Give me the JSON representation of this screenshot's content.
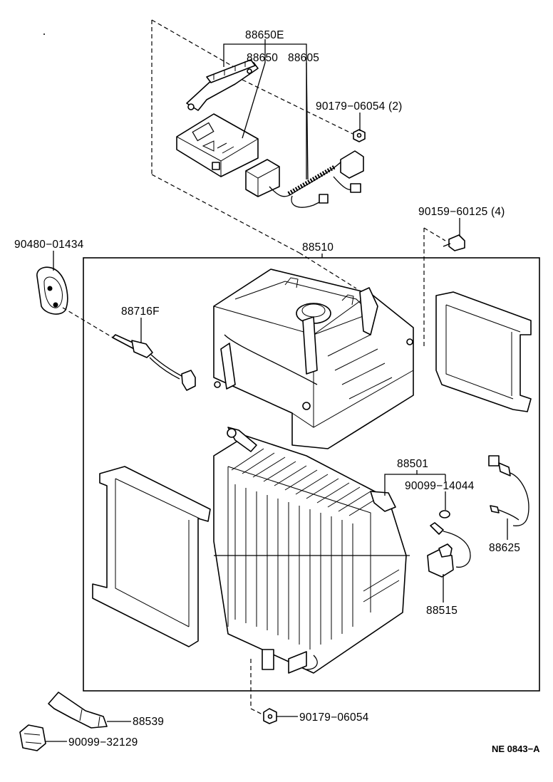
{
  "diagram": {
    "labels": {
      "l88650E": "88650E",
      "l88650": "88650",
      "l88605": "88605",
      "l90179_06054_2": "90179−06054 (2)",
      "l90159_60125_4": "90159−60125 (4)",
      "l90480_01434": "90480−01434",
      "l88510": "88510",
      "l88716F": "88716F",
      "l88501": "88501",
      "l90099_14044": "90099−14044",
      "l88625": "88625",
      "l88515": "88515",
      "l88539": "88539",
      "l90179_06054": "90179−06054",
      "l90099_32129": "90099−32129"
    },
    "reference_code": "NE 0843−A"
  }
}
